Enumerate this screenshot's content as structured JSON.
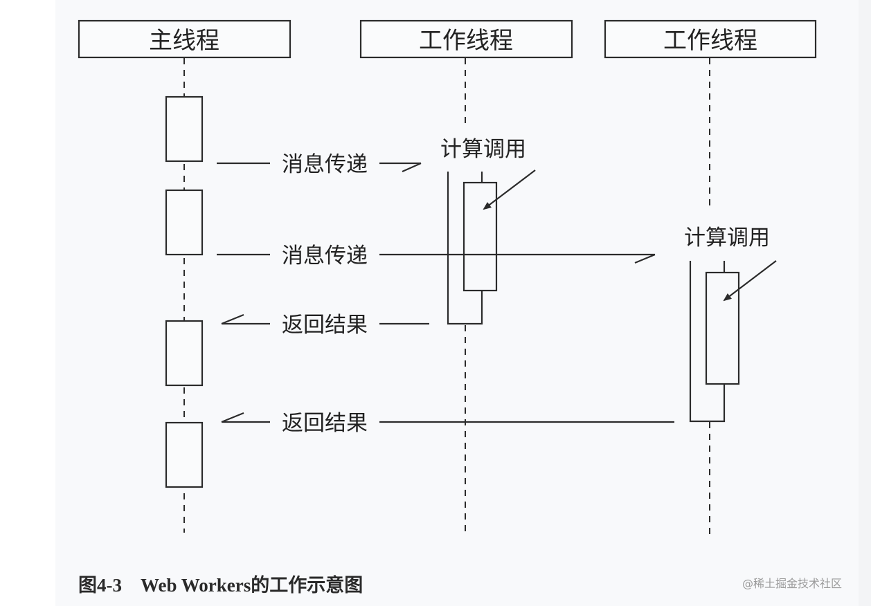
{
  "lanes": [
    {
      "title": "主线程"
    },
    {
      "title": "工作线程"
    },
    {
      "title": "工作线程"
    }
  ],
  "messages": [
    {
      "label": "消息传递",
      "direction": "main-to-worker-1"
    },
    {
      "label": "消息传递",
      "direction": "main-to-worker-2"
    },
    {
      "label": "返回结果",
      "direction": "worker-1-to-main"
    },
    {
      "label": "返回结果",
      "direction": "worker-2-to-main"
    }
  ],
  "annotations": [
    {
      "label": "计算调用",
      "lane": "worker-1"
    },
    {
      "label": "计算调用",
      "lane": "worker-2"
    }
  ],
  "caption": {
    "figure_number": "图4-3",
    "title": "Web Workers的工作示意图"
  },
  "watermark": "@稀土掘金技术社区",
  "colors": {
    "line": "#2b2b2b",
    "background": "#f8f9fb"
  }
}
